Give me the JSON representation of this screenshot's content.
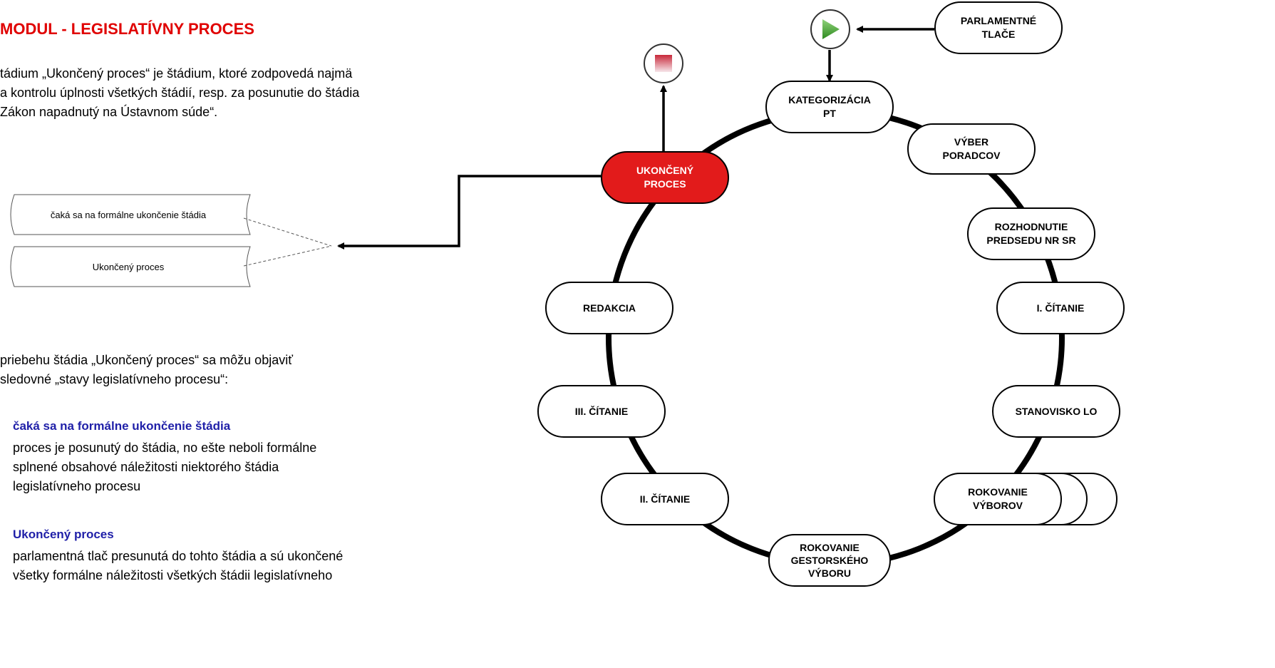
{
  "colors": {
    "title": "#e00000",
    "status_heading": "#1f1fa8",
    "active_stage": "#e21b1b",
    "start_icon": "#3a9a2a",
    "stop_icon": "#c8283a"
  },
  "title": "MODUL - LEGISLATÍVNY PROCES",
  "intro_lines": [
    "tádium „Ukončený proces“ je štádium, ktoré zodpovedá najmä",
    "a  kontrolu úplnosti všetkých štádií, resp. za posunutie do štádia",
    "Zákon napadnutý na Ústavnom súde“."
  ],
  "state_boxes": [
    "čaká sa na formálne ukončenie štádia",
    "Ukončený proces"
  ],
  "statuses_intro_lines": [
    "priebehu štádia „Ukončený proces“ sa môžu objaviť",
    "sledovné „stavy legislatívneho procesu“:"
  ],
  "statuses": [
    {
      "heading": "čaká sa  na formálne ukončenie štádia",
      "desc_lines": [
        "proces je posunutý do štádia, no ešte neboli formálne",
        "splnené obsahové náležitosti niektorého štádia",
        "legislatívneho procesu"
      ]
    },
    {
      "heading": "Ukončený proces",
      "desc_lines": [
        "parlamentná tlač presunutá do tohto štádia a sú ukončené",
        "všetky formálne náležitosti všetkých štádii legislatívneho"
      ]
    }
  ],
  "icons": {
    "start": "play-icon",
    "stop": "stop-icon"
  },
  "stages": {
    "parlamentne_tlace": "PARLAMENTNÉ\nTLAČE",
    "kategorizacia": "KATEGORIZÁCIA\nPT",
    "vyber_poradcov": "VÝBER\nPORADCOV",
    "rozhodnutie": "ROZHODNUTIE\nPREDSEDU NR SR",
    "i_citanie": "I. ČÍTANIE",
    "stanovisko": "STANOVISKO LO",
    "rokovanie_vyborov": "ROKOVANIE\nVÝBOROV",
    "rokovanie_gestorskeho": "ROKOVANIE\nGESTORSKÉHO\nVÝBORU",
    "ii_citanie": "II. ČÍTANIE",
    "iii_citanie": "III. ČÍTANIE",
    "redakcia": "REDAKCIA",
    "ukonceny_proces": "UKONČENÝ\nPROCES"
  }
}
